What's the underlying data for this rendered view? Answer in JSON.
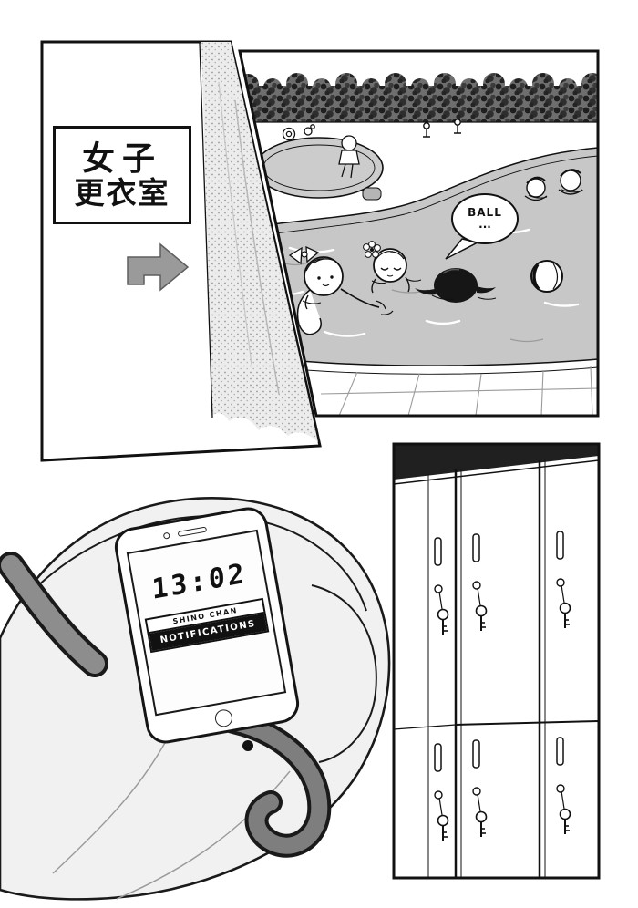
{
  "sign": {
    "line1": "女子",
    "line2": "更衣室",
    "arrow_icon": "right-arrow"
  },
  "speech_bubble": {
    "line1": "BALL",
    "line2": "..."
  },
  "phone": {
    "time": "13:02",
    "notification_sender": "SHINO CHAN",
    "notification_label": "NOTIFICATIONS"
  },
  "colors": {
    "ink": "#1a1a1a",
    "water": "#c7c7c7",
    "strap": "#8d8d8d",
    "arrow": "#9a9a9a",
    "notification_bg": "#111111"
  }
}
